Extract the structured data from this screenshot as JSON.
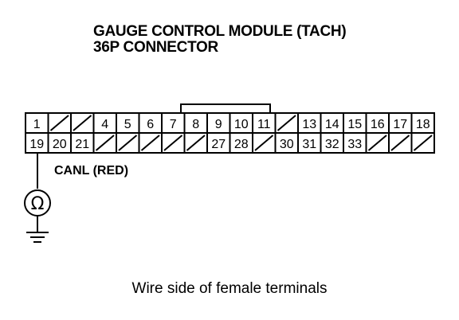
{
  "title_line1": "GAUGE CONTROL MODULE (TACH)",
  "title_line2": "36P CONNECTOR",
  "connector": {
    "top_row": [
      "1",
      "",
      "",
      "4",
      "5",
      "6",
      "7",
      "8",
      "9",
      "10",
      "11",
      "",
      "13",
      "14",
      "15",
      "16",
      "17",
      "18"
    ],
    "bottom_row": [
      "19",
      "20",
      "21",
      "",
      "",
      "",
      "",
      "",
      "27",
      "28",
      "",
      "30",
      "31",
      "32",
      "33",
      "",
      "",
      ""
    ]
  },
  "probe": {
    "terminal": "19",
    "label": "CANL (RED)",
    "meter_symbol": "Ω"
  },
  "caption": "Wire side of female terminals"
}
